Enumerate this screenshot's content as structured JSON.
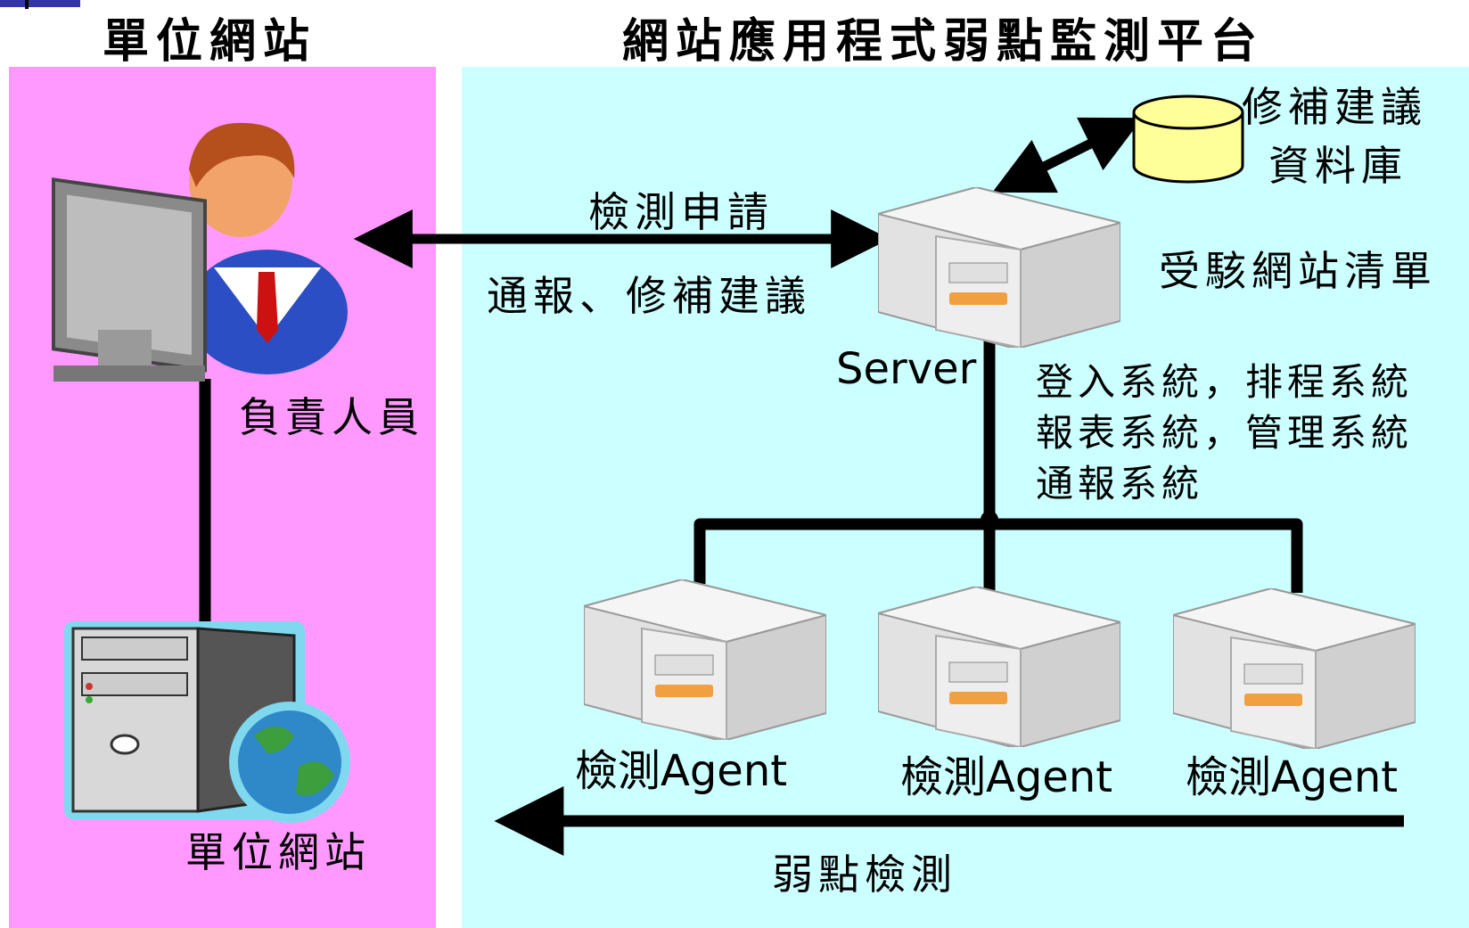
{
  "headers": {
    "left": "單位網站",
    "right": "網站應用程式弱點監測平台"
  },
  "left_panel": {
    "person_label": "負責人員",
    "site_label": "單位網站"
  },
  "right_panel": {
    "db_label_line1": "修補建議",
    "db_label_line2": "資料庫",
    "site_list_label": "受駭網站清單",
    "server_label": "Server",
    "arrow_top_label": "檢測申請",
    "arrow_bottom_label": "通報、修補建議",
    "systems": [
      "登入系統，排程系統",
      "報表系統，管理系統",
      "通報系統"
    ],
    "agents": [
      "檢測Agent",
      "檢測Agent",
      "檢測Agent"
    ],
    "scan_label": "弱點檢測"
  },
  "colors": {
    "left_bg": "#ff99ff",
    "right_bg": "#ccffff",
    "db": "#ffff99",
    "server_accent": "#f0a040"
  },
  "icons": {
    "user": "person-at-computer-icon",
    "server": "server-icon",
    "database": "database-cylinder-icon",
    "website": "web-server-globe-icon"
  }
}
